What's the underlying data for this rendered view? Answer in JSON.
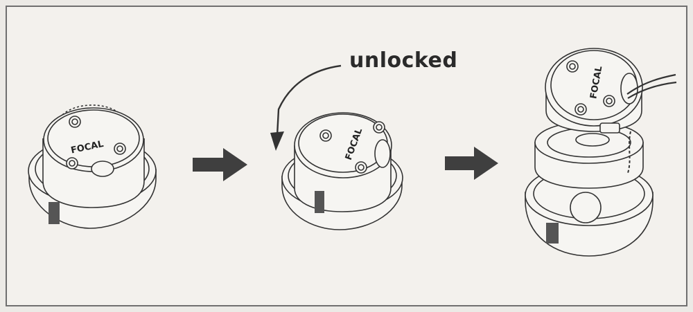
{
  "steps": [
    {
      "state": "locked",
      "brand": "FOCAL"
    },
    {
      "state": "unlocked",
      "brand": "FOCAL",
      "label": "unlocked"
    },
    {
      "state": "disassembled",
      "brand": "FOCAL"
    }
  ],
  "colors": {
    "line": "#333333",
    "fill": "#f6f5f2",
    "arrow": "#3f3f3f",
    "band": "#555555",
    "border": "#6f6f6f"
  }
}
